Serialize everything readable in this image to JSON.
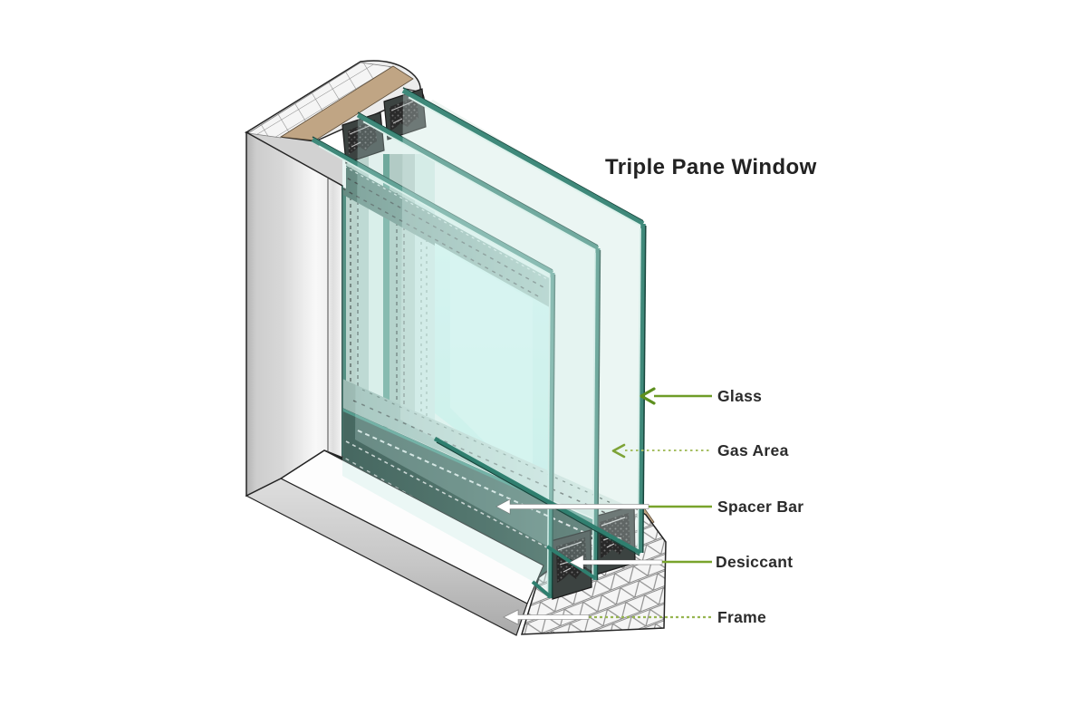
{
  "title": {
    "text": "Triple Pane Window"
  },
  "labels": {
    "glass": {
      "text": "Glass"
    },
    "gas_area": {
      "text": "Gas Area"
    },
    "spacer_bar": {
      "text": "Spacer Bar"
    },
    "desiccant": {
      "text": "Desiccant"
    },
    "frame": {
      "text": "Frame"
    }
  },
  "leaders": {
    "glass": {
      "style": "solid-green-chevron"
    },
    "gas_area": {
      "style": "dotted-green-chevron"
    },
    "spacer_bar": {
      "style": "green-line-white-arrow"
    },
    "desiccant": {
      "style": "green-line-white-arrow"
    },
    "frame": {
      "style": "dotted-green-line-white-arrow"
    }
  },
  "colors": {
    "leader_green_dark": "#5d8f1e",
    "leader_green": "#6f9c28",
    "leader_green_light": "#a6bf63",
    "glass_edge_teal": "#2f7f6f",
    "glass_tint_cyan": "#c9f1ec",
    "frame_gray": "#d9d9d9",
    "sealant_tan": "#c0a584",
    "spacer_dark": "#3a403e",
    "text_color": "#2b2b2b",
    "background": "#ffffff"
  }
}
